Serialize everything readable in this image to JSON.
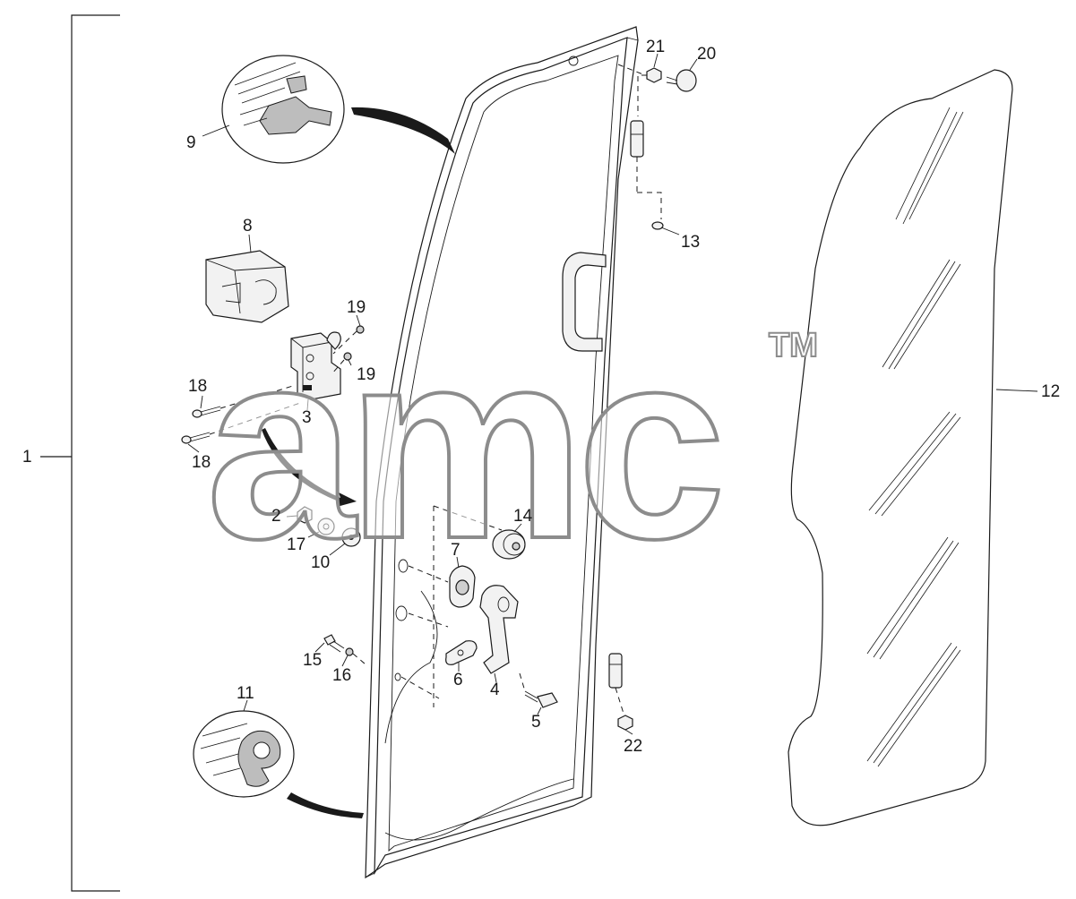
{
  "watermark": {
    "text": "amc",
    "trademark": "TM"
  },
  "callouts": {
    "c1": "1",
    "c2": "2",
    "c3": "3",
    "c4": "4",
    "c5": "5",
    "c6": "6",
    "c7": "7",
    "c8": "8",
    "c9": "9",
    "c10": "10",
    "c11": "11",
    "c12": "12",
    "c13": "13",
    "c14": "14",
    "c15": "15",
    "c16": "16",
    "c17": "17",
    "c18a": "18",
    "c18b": "18",
    "c19a": "19",
    "c19b": "19",
    "c20": "20",
    "c21": "21",
    "c22": "22"
  },
  "colors": {
    "line": "#1a1a1a",
    "watermark": "#8c8c8c",
    "seal_fill": "#bdbdbd",
    "background": "#ffffff"
  }
}
